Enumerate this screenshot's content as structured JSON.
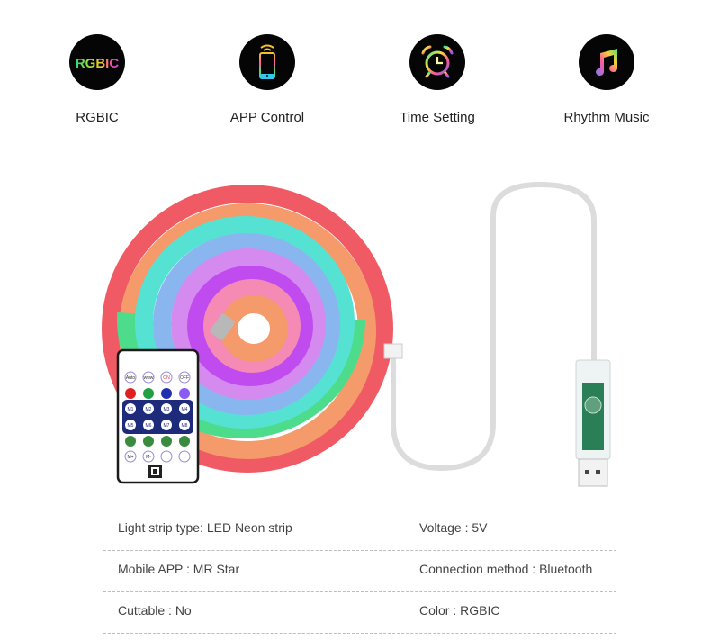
{
  "features": [
    {
      "label": "RGBIC",
      "icon": "rgbic-text-icon",
      "badge_text": "RGBIC"
    },
    {
      "label": "APP Control",
      "icon": "phone-wireless-icon"
    },
    {
      "label": "Time Setting",
      "icon": "alarm-clock-icon"
    },
    {
      "label": "Rhythm Music",
      "icon": "music-note-icon"
    }
  ],
  "product_image": {
    "items": [
      "rgb-neon-strip-coil",
      "remote-control",
      "usb-bluetooth-controller"
    ],
    "strip_colors": [
      "#f05a64",
      "#4ddc8c",
      "#56e2d2",
      "#8ab6f0",
      "#d58af0",
      "#c04cf0",
      "#f58ab4",
      "#f59a6a"
    ],
    "remote": {
      "row1": [
        "Auto",
        "www",
        "ON",
        "OFF"
      ],
      "row2": [
        "R",
        "G",
        "B",
        "M"
      ],
      "row3": [
        "M1",
        "M2",
        "M3",
        "M4"
      ],
      "row4": [
        "M5",
        "M6",
        "M7",
        "M8"
      ],
      "row6": [
        "M+",
        "M-"
      ]
    }
  },
  "specs": [
    {
      "left": "Light strip type: LED Neon strip",
      "right": "Voltage : 5V"
    },
    {
      "left": "Mobile APP : MR Star",
      "right": "Connection method : Bluetooth"
    },
    {
      "left": "Cuttable : No",
      "right": "Color : RGBIC"
    }
  ]
}
